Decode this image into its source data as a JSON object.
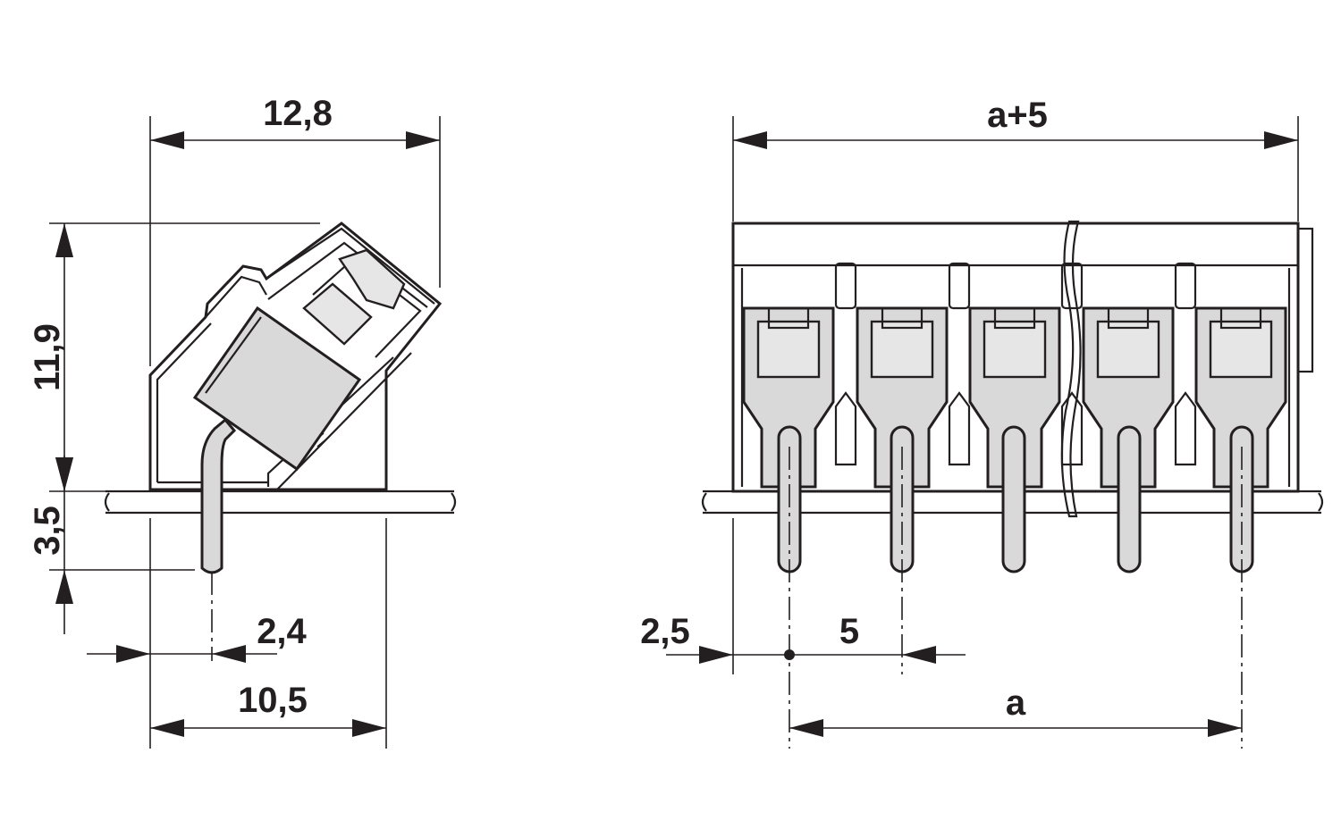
{
  "side_view": {
    "width_top": "12,8",
    "height": "11,9",
    "pin_length": "3,5",
    "pin_offset": "2,4",
    "width_bottom": "10,5"
  },
  "front_view": {
    "overall_width": "a+5",
    "edge_offset": "2,5",
    "pitch": "5",
    "span": "a"
  },
  "colors": {
    "line": "#231f20",
    "fill_grey": "#d9d9d9"
  }
}
